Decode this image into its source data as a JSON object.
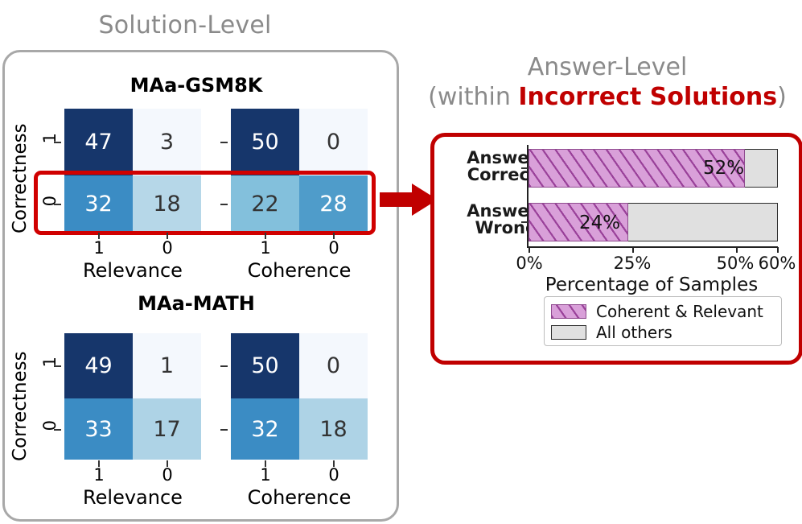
{
  "titles": {
    "solution_level": "Solution-Level",
    "answer_level": "Answer-Level",
    "answer_level_sub_prefix": "(within ",
    "answer_level_sub_emphasis": "Incorrect Solutions",
    "answer_level_sub_suffix": ")"
  },
  "colors": {
    "panel_gray_border": "#a8a8a8",
    "panel_red_border": "#c00000",
    "highlight_red": "#d00000",
    "emphasis_red": "#c00000",
    "title_gray": "#8a8a8a",
    "hatch_purple": "#d9a0d9",
    "all_others_gray": "#e0e0e0"
  },
  "chart_data": [
    {
      "type": "heatmap",
      "title": "MAa-GSM8K",
      "ylabel": "Correctness",
      "ytick_labels": [
        "1",
        "0"
      ],
      "panels": [
        {
          "xlabel": "Relevance",
          "xtick_labels": [
            "1",
            "0"
          ],
          "values": [
            [
              47,
              3
            ],
            [
              32,
              18
            ]
          ],
          "cell_colors": [
            [
              "#16366b",
              "#f4f8fd"
            ],
            [
              "#3b8cc4",
              "#b6d7e8"
            ]
          ],
          "text_colors": [
            [
              "#ffffff",
              "#333333"
            ],
            [
              "#ffffff",
              "#333333"
            ]
          ]
        },
        {
          "xlabel": "Coherence",
          "xtick_labels": [
            "1",
            "0"
          ],
          "values": [
            [
              50,
              0
            ],
            [
              22,
              28
            ]
          ],
          "cell_colors": [
            [
              "#16366b",
              "#f4f8fd"
            ],
            [
              "#83c0dc",
              "#4f9cca"
            ]
          ],
          "text_colors": [
            [
              "#ffffff",
              "#333333"
            ],
            [
              "#333333",
              "#ffffff"
            ]
          ]
        }
      ]
    },
    {
      "type": "heatmap",
      "title": "MAa-MATH",
      "ylabel": "Correctness",
      "ytick_labels": [
        "1",
        "0"
      ],
      "panels": [
        {
          "xlabel": "Relevance",
          "xtick_labels": [
            "1",
            "0"
          ],
          "values": [
            [
              49,
              1
            ],
            [
              33,
              17
            ]
          ],
          "cell_colors": [
            [
              "#16366b",
              "#f4f8fd"
            ],
            [
              "#3b8cc4",
              "#aed3e6"
            ]
          ],
          "text_colors": [
            [
              "#ffffff",
              "#333333"
            ],
            [
              "#ffffff",
              "#333333"
            ]
          ]
        },
        {
          "xlabel": "Coherence",
          "xtick_labels": [
            "1",
            "0"
          ],
          "values": [
            [
              50,
              0
            ],
            [
              32,
              18
            ]
          ],
          "cell_colors": [
            [
              "#16366b",
              "#f4f8fd"
            ],
            [
              "#3b8cc4",
              "#aed3e6"
            ]
          ],
          "text_colors": [
            [
              "#ffffff",
              "#333333"
            ],
            [
              "#ffffff",
              "#333333"
            ]
          ]
        }
      ]
    },
    {
      "type": "bar",
      "orientation": "horizontal",
      "stacked": true,
      "title": "",
      "xlabel": "Percentage of Samples",
      "ylabel": "",
      "categories": [
        "Answer Correct",
        "Answer Wrong"
      ],
      "category_lines": [
        [
          "Answer",
          "Correct"
        ],
        [
          "Answer",
          "Wrong"
        ]
      ],
      "xlim": [
        0,
        60
      ],
      "xticks": [
        0,
        25,
        50,
        60
      ],
      "xtick_labels": [
        "0%",
        "25%",
        "50%",
        "60%"
      ],
      "series": [
        {
          "name": "Coherent & Relevant",
          "values": [
            52,
            24
          ]
        },
        {
          "name": "All others",
          "values": [
            8,
            36
          ]
        }
      ],
      "data_labels": [
        "52%",
        "24%"
      ],
      "legend": {
        "position": "below-axis",
        "entries": [
          "Coherent & Relevant",
          "All others"
        ]
      }
    }
  ]
}
